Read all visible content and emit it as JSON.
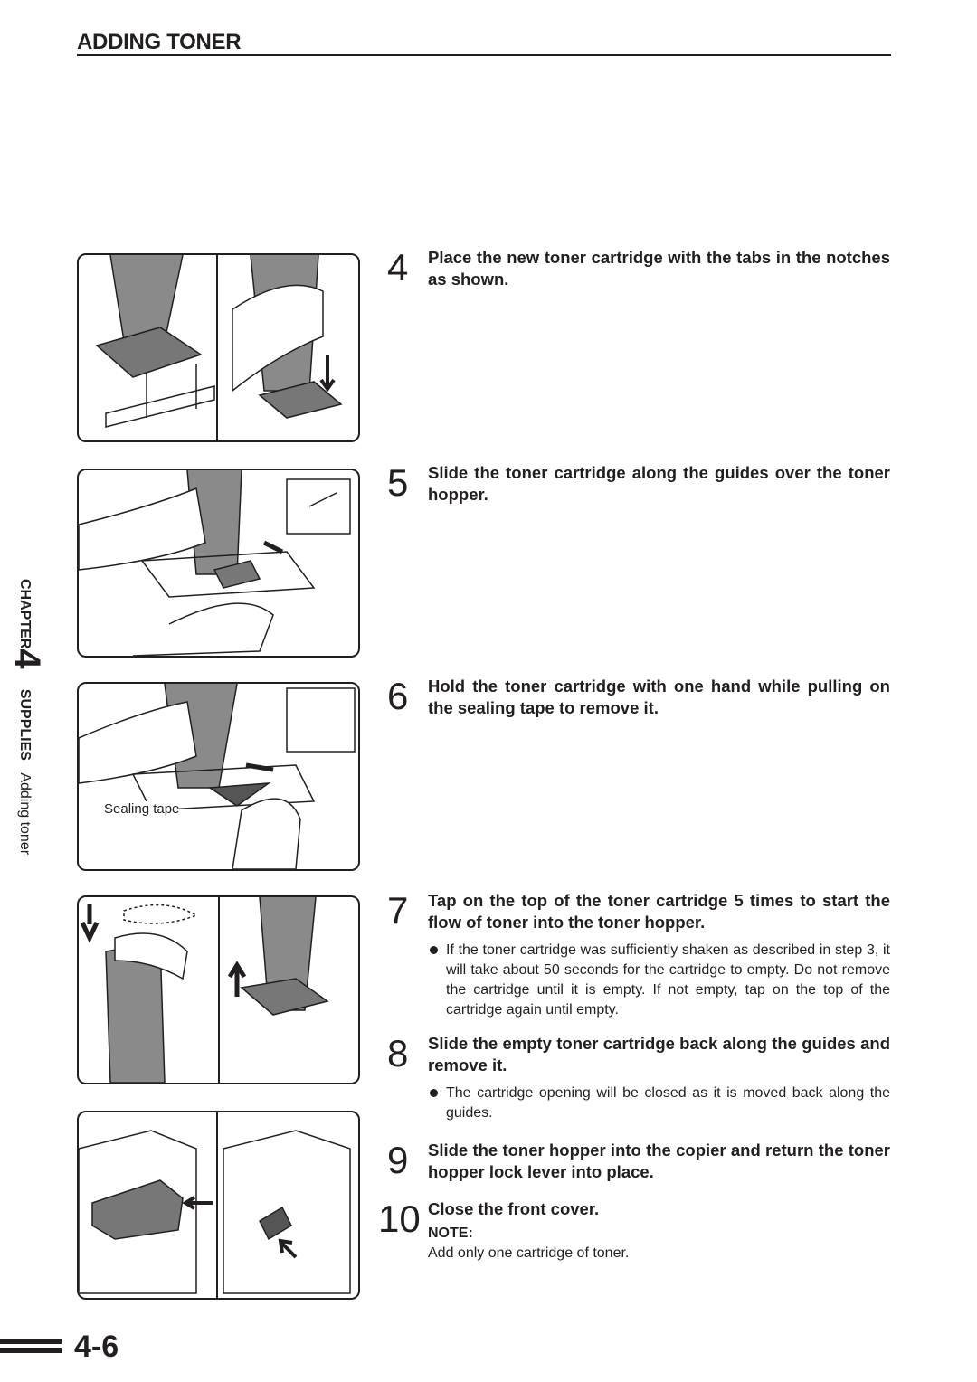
{
  "header": {
    "title": "ADDING TONER"
  },
  "side_tab": {
    "chapter": "CHAPTER",
    "chapter_number": "4",
    "section": "SUPPLIES",
    "subsection": "Adding toner"
  },
  "figures": {
    "sealing_tape_label": "Sealing tape"
  },
  "steps": [
    {
      "number": "4",
      "heading": "Place the new toner cartridge with the tabs in the notches as shown."
    },
    {
      "number": "5",
      "heading": "Slide the toner cartridge along the guides over the toner hopper."
    },
    {
      "number": "6",
      "heading": "Hold the toner cartridge with one hand while pulling on the sealing tape to remove it."
    },
    {
      "number": "7",
      "heading": "Tap on the top of the toner cartridge 5 times to start the flow of toner into the toner hopper.",
      "bullet": "If the toner cartridge was sufficiently shaken as described in step 3, it will take about 50 seconds for the cartridge to empty. Do not remove the cartridge until it is empty. If not empty, tap on the top of the cartridge again until empty."
    },
    {
      "number": "8",
      "heading": "Slide the empty toner cartridge back along the guides and remove it.",
      "bullet": "The cartridge opening will be closed as it is moved back along the guides."
    },
    {
      "number": "9",
      "heading": "Slide the toner hopper into the copier and return the toner hopper lock lever into place."
    },
    {
      "number": "10",
      "heading": "Close the front cover.",
      "note_label": "NOTE:",
      "note": "Add only one cartridge of toner."
    }
  ],
  "footer": {
    "page_number": "4-6"
  }
}
